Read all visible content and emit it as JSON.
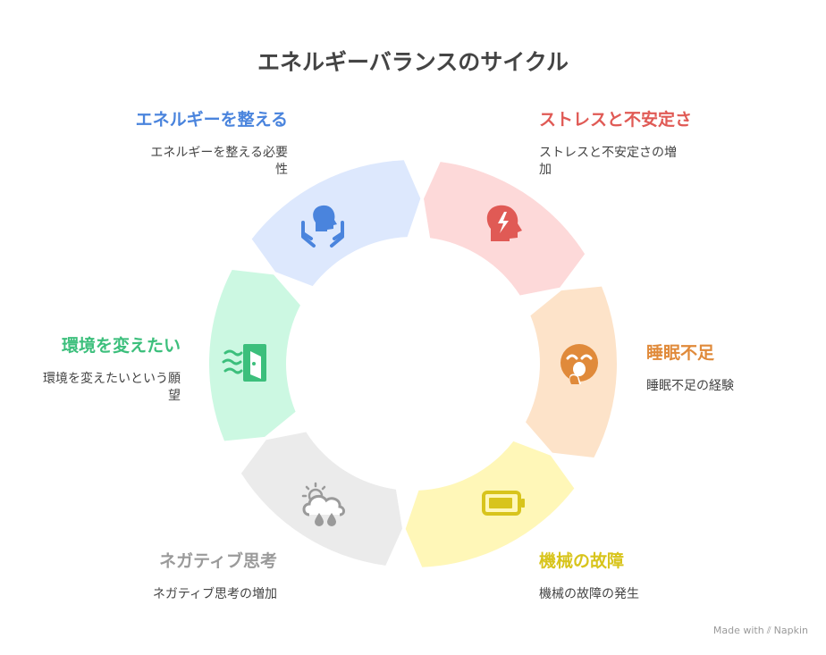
{
  "title": "エネルギーバランスのサイクル",
  "credit": {
    "made_with": "Made with",
    "brand": "Napkin"
  },
  "items": [
    {
      "heading": "ストレスと不安定さ",
      "description": "ストレスと不安定さの増加",
      "color": "#e05a55",
      "fill": "#fdd9d9",
      "icon": "stressed-head-icon"
    },
    {
      "heading": "睡眠不足",
      "description": "睡眠不足の経験",
      "color": "#e08a3a",
      "fill": "#fde3c9",
      "icon": "yawning-face-icon"
    },
    {
      "heading": "機械の故障",
      "description": "機械の故障の発生",
      "color": "#d8c41c",
      "fill": "#fff7b8",
      "icon": "low-battery-icon"
    },
    {
      "heading": "ネガティブ思考",
      "description": "ネガティブ思考の増加",
      "color": "#9a9a9a",
      "fill": "#ebebeb",
      "icon": "rain-cloud-icon"
    },
    {
      "heading": "環境を変えたい",
      "description": "環境を変えたいという願望",
      "color": "#3cbf7c",
      "fill": "#ccf8e2",
      "icon": "exit-door-icon"
    },
    {
      "heading": "エネルギーを整える",
      "description": "エネルギーを整える必要性",
      "color": "#4a84dd",
      "fill": "#dde8fd",
      "icon": "balanced-person-icon"
    }
  ]
}
